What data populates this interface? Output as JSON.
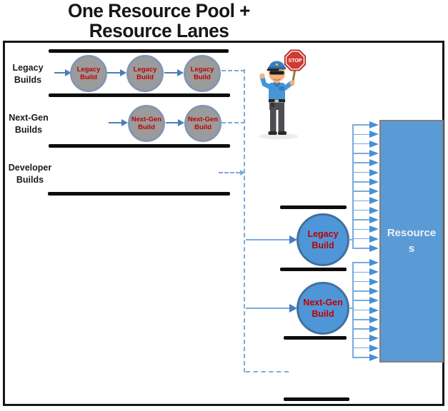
{
  "title": {
    "line1": "One Resource Pool +",
    "line2": "Resource Lanes"
  },
  "colors": {
    "node_gray": "#9b9b9b",
    "node_gray_border": "#8496b0",
    "node_blue": "#4f96d8",
    "node_blue_border": "#41719c",
    "node_text_red": "#c00000",
    "arrow_blue": "#4a7ebb",
    "dashed_blue": "#7aabdc",
    "lane_black": "#0d0d0d",
    "resources_fill": "#5b9bd5",
    "resources_text": "#e9f1fb",
    "stop_sign_red": "#cf3a32"
  },
  "swimlanes": [
    {
      "label_line1": "Legacy",
      "label_line2": "Builds",
      "nodes": [
        {
          "line1": "Legacy",
          "line2": "Build"
        },
        {
          "line1": "Legacy",
          "line2": "Build"
        },
        {
          "line1": "Legacy",
          "line2": "Build"
        }
      ]
    },
    {
      "label_line1": "Next-Gen",
      "label_line2": "Builds",
      "nodes": [
        {
          "line1": "Next-Gen",
          "line2": "Build"
        },
        {
          "line1": "Next-Gen",
          "line2": "Build"
        }
      ]
    },
    {
      "label_line1": "Developer",
      "label_line2": "Builds",
      "nodes": []
    }
  ],
  "pool": {
    "nodes": [
      {
        "line1": "Legacy",
        "line2": "Build"
      },
      {
        "line1": "Next-Gen",
        "line2": "Build"
      }
    ],
    "resources_box": {
      "line1": "Resource",
      "line2": "s"
    },
    "feed_arrows": {
      "group1_count": 14,
      "group2_count": 11
    }
  },
  "officer": {
    "sign_text": "STOP"
  }
}
